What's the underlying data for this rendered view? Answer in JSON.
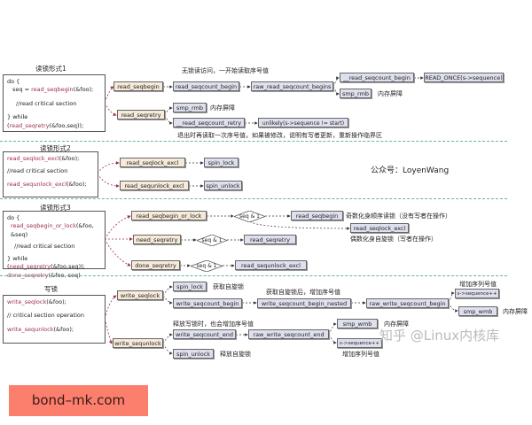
{
  "section1": {
    "title": "读锁形式1",
    "code": [
      "do {",
      "seq = ",
      "read_seqbegin",
      "(&foo);",
      "//read critical section",
      "} while (",
      "read_seqretry",
      "(&foo,seq));"
    ],
    "nodes": {
      "read_seqbegin": "read_seqbegin",
      "read_seqcount_begin": "read_seqcount_begin",
      "raw_read_seqcount_begins": "raw_read_seqcount_begins",
      "__read_seqcount_begin": "__read_seqcount_begin",
      "read_once": "READ_ONCE(s->sequence)",
      "smp_rmb_1": "smp_rmb",
      "read_seqretry": "read_seqretry",
      "smp_rmb_2": "smp_rmb",
      "__read_seqcount_retry": "__read_seqcount_retry",
      "unlikely": "unlikely(s->sequence != start)"
    },
    "notes": {
      "top": "无锁读访问，一开始读取序号值",
      "barrier1": "内存屏障",
      "barrier2": "内存屏障",
      "bottom": "退出时再读取一次序号值，如果被修改，说明有写者更新，重新操作临界区"
    }
  },
  "section2": {
    "title": "读锁形式2",
    "code": [
      "read_seqlock_excl",
      "(&foo);",
      "//read critical section",
      "read_sequnlock_excl",
      "(&foo);"
    ],
    "nodes": {
      "read_seqlock_excl": "read_seqlock_excl",
      "spin_lock": "spin_lock",
      "read_sequnlock_excl": "read_sequnlock_excl",
      "spin_unlock": "spin_unlock"
    },
    "account": "公众号：LoyenWang"
  },
  "section3": {
    "title": "读锁形式3",
    "code": [
      "do {",
      "read_seqbegin_or_lock",
      "(&foo, &seq)",
      "//read critical section",
      "} while (",
      "need_seqretry",
      "(&foo,seq));",
      "done_seqretry",
      "(&foo, seq)"
    ],
    "nodes": {
      "read_seqbegin_or_lock": "read_seqbegin_or_lock",
      "diamond1": "seq & 1",
      "read_seqbegin": "read_seqbegin",
      "read_seqlock_excl": "read_seqlock_excl",
      "need_seqretry": "need_seqretry",
      "diamond2": "seq & 1",
      "read_seqretry": "read_seqretry",
      "done_seqretry": "done_seqretry",
      "diamond3": "seq & 1",
      "read_sequnlock_excl": "read_sequnlock_excl"
    },
    "notes": {
      "odd": "奇数化身顺序读锁（没有写者在操作）",
      "even": "偶数化身自旋锁（写者在操作）"
    }
  },
  "section4": {
    "title": "写锁",
    "code": [
      "write_seqlock",
      "(&foo);",
      "// critical section operation",
      "write_sequnlock",
      "(&foo);"
    ],
    "nodes": {
      "write_seqlock": "write_seqlock",
      "spin_lock": "spin_lock",
      "write_seqcount_begin": "write_seqcount_begin",
      "write_seqcount_begin_nested": "write_seqcount_begin_nested",
      "raw_write_seqcount_begin": "raw_write_seqcount_begin",
      "seq_inc_1": "s->sequence++",
      "smp_wmb_1": "smp_wmb",
      "write_sequnlock": "write_sequnlock",
      "write_seqcount_end": "write_seqcount_end",
      "raw_write_seqcount_end": "raw_write_seqcount_end",
      "smp_wmb_2": "smp_wmb",
      "seq_inc_2": "s->sequence++",
      "spin_unlock": "spin_unlock"
    },
    "notes": {
      "acquire": "获取自旋锁",
      "after_acquire": "获取自旋锁后，增加序号值",
      "inc1": "增加序列号值",
      "barrier1": "内存屏障",
      "release": "释放写锁时，也会增加序号值",
      "barrier2": "内存屏障",
      "inc2": "增加序列号值",
      "release_spin": "释放自旋锁"
    }
  },
  "watermark": "知乎 @Linux内核库",
  "ad": {
    "label": "bond–mk.com",
    "color": "#fc7f6e"
  },
  "colors": {
    "func_box": "#f6ead8",
    "inner_box": "#dfe0ee",
    "separator": "#5bb5a8",
    "highlight": "#a0304a"
  }
}
